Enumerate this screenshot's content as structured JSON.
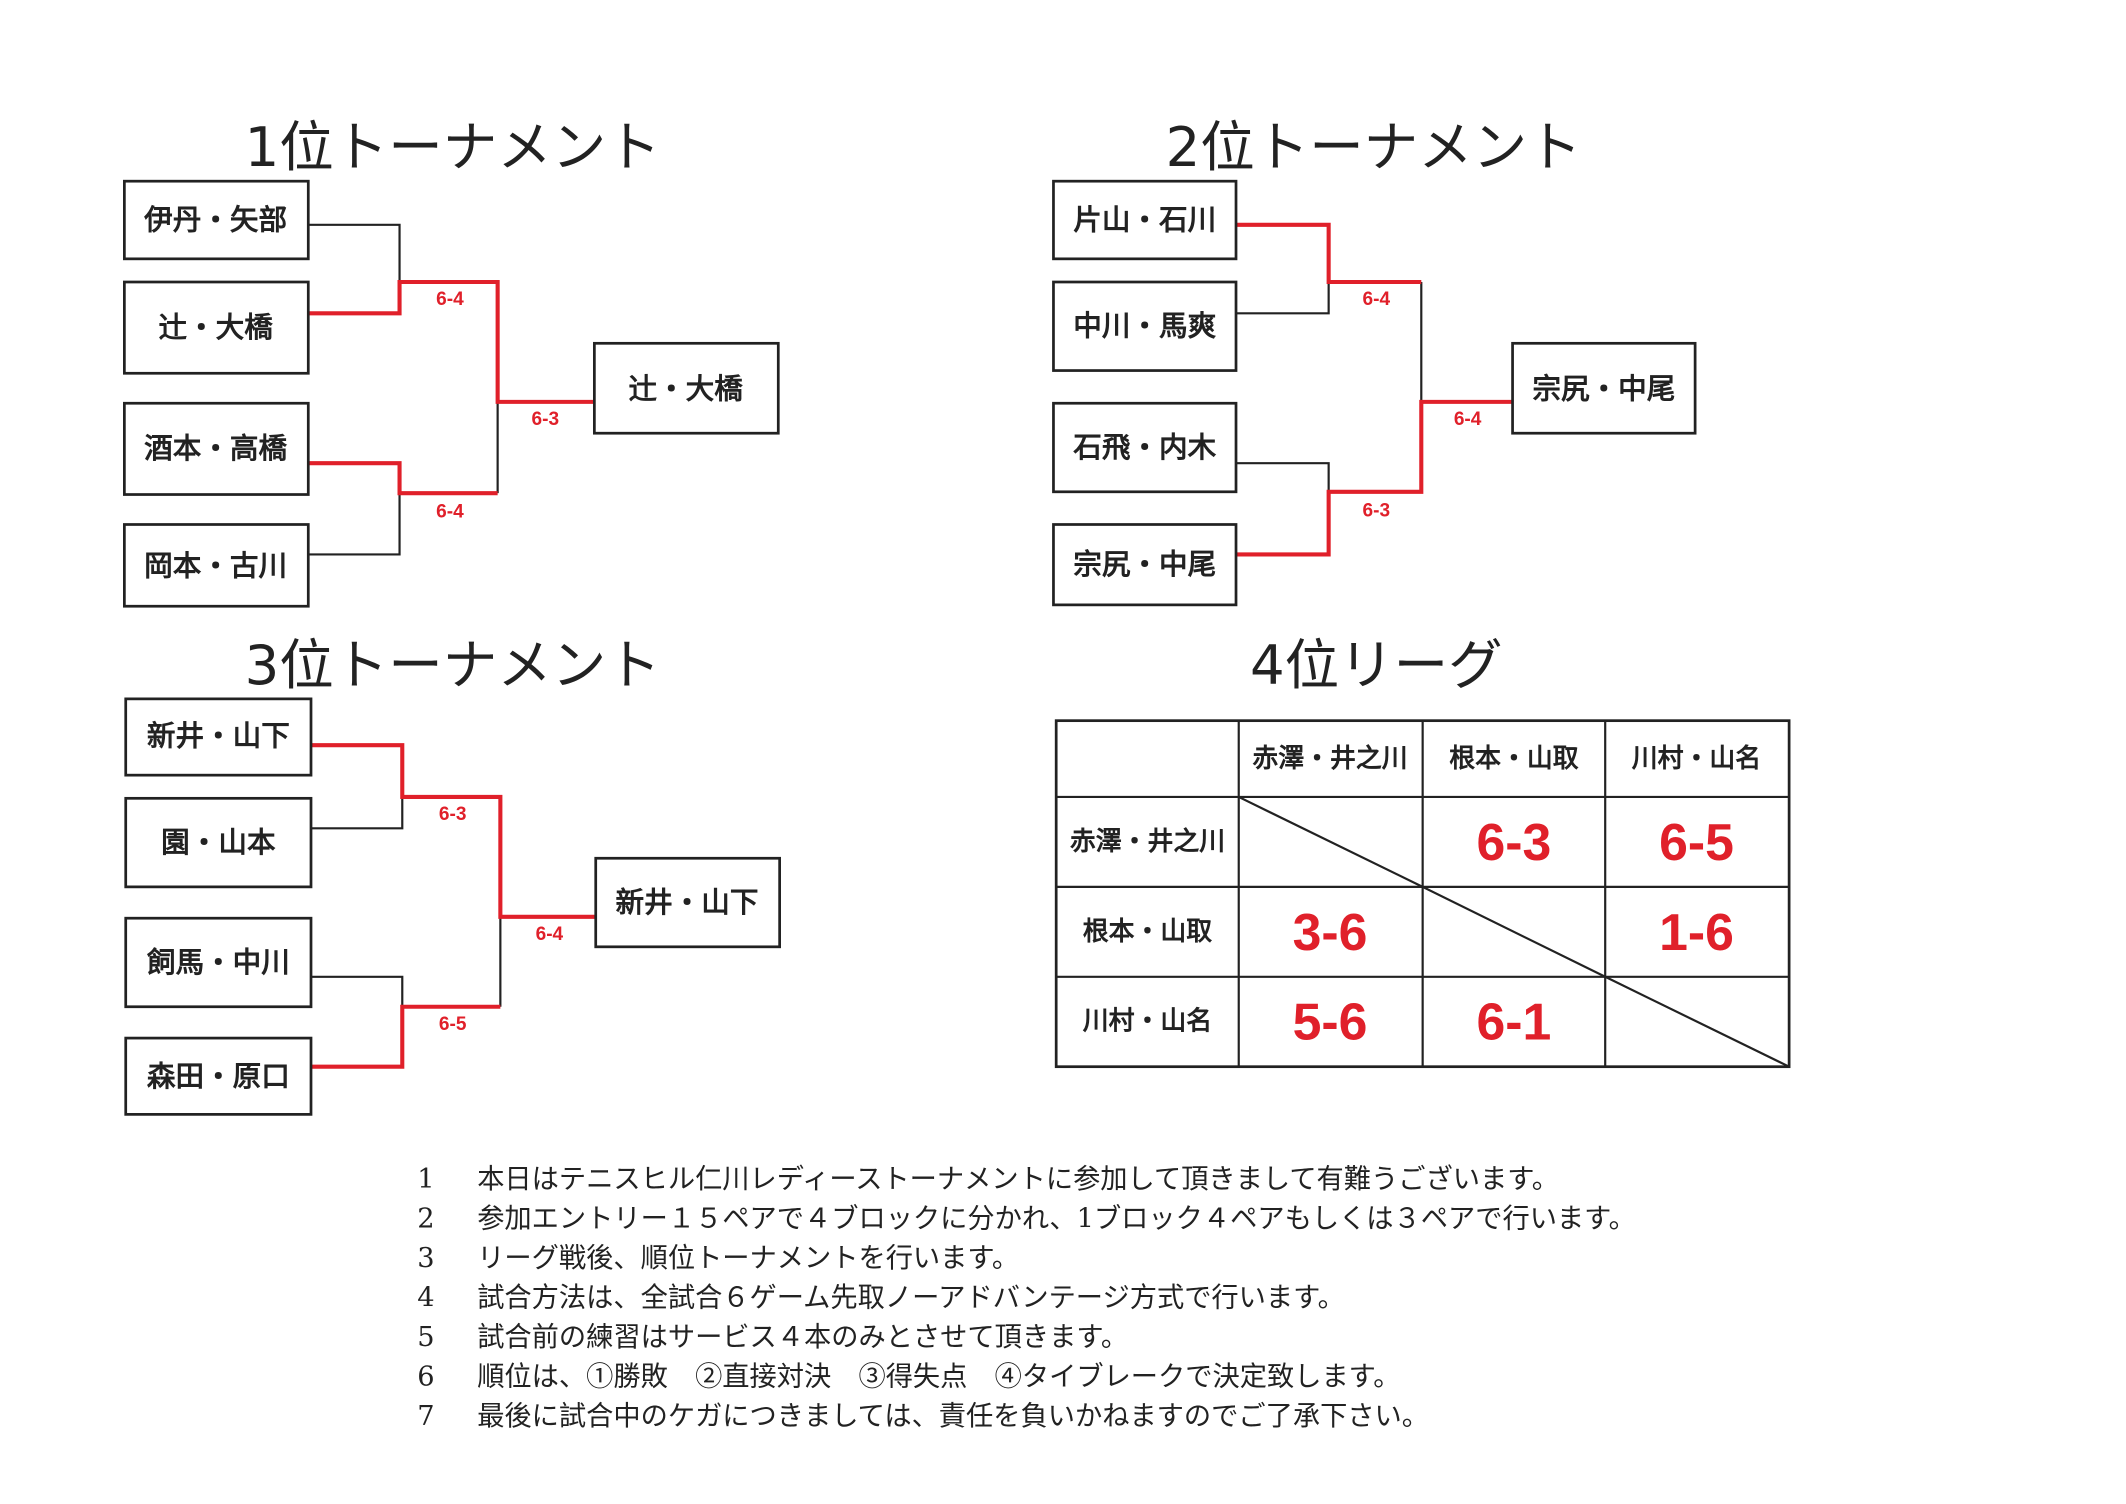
{
  "tournament1": {
    "title": "1位トーナメント",
    "players": [
      "伊丹・矢部",
      "辻・大橋",
      "酒本・高橋",
      "岡本・古川"
    ],
    "winner": "辻・大橋",
    "scores": {
      "semi_top": "6-4",
      "semi_bottom": "6-4",
      "final": "6-3"
    }
  },
  "tournament2": {
    "title": "2位トーナメント",
    "players": [
      "片山・石川",
      "中川・馬爽",
      "石飛・内木",
      "宗尻・中尾"
    ],
    "winner": "宗尻・中尾",
    "scores": {
      "semi_top": "6-4",
      "semi_bottom": "6-3",
      "final": "6-4"
    }
  },
  "tournament3": {
    "title": "3位トーナメント",
    "players": [
      "新井・山下",
      "園・山本",
      "飼馬・中川",
      "森田・原口"
    ],
    "winner": "新井・山下",
    "scores": {
      "semi_top": "6-3",
      "semi_bottom": "6-5",
      "final": "6-4"
    }
  },
  "league4": {
    "title": "4位リーグ",
    "teams": [
      "赤澤・井之川",
      "根本・山取",
      "川村・山名"
    ],
    "results": [
      [
        "",
        "6-3",
        "6-5"
      ],
      [
        "3-6",
        "",
        "1-6"
      ],
      [
        "5-6",
        "6-1",
        ""
      ]
    ]
  },
  "notes": [
    {
      "num": "1",
      "text": "本日はテニスヒル仁川レディーストーナメントに参加して頂きまして有難うございます。"
    },
    {
      "num": "2",
      "text": "参加エントリー１５ペアで４ブロックに分かれ、1ブロック４ペアもしくは３ペアで行います。"
    },
    {
      "num": "3",
      "text": "リーグ戦後、順位トーナメントを行います。"
    },
    {
      "num": "4",
      "text": "試合方法は、全試合６ゲーム先取ノーアドバンテージ方式で行います。"
    },
    {
      "num": "5",
      "text": "試合前の練習はサービス４本のみとさせて頂きます。"
    },
    {
      "num": "6",
      "text": "順位は、①勝敗　②直接対決　③得失点　④タイブレークで決定致します。"
    },
    {
      "num": "7",
      "text": "最後に試合中のケガにつきましては、責任を負いかねますのでご了承下さい。"
    }
  ],
  "colors": {
    "win_line": "#e0202a",
    "line": "#222222"
  }
}
